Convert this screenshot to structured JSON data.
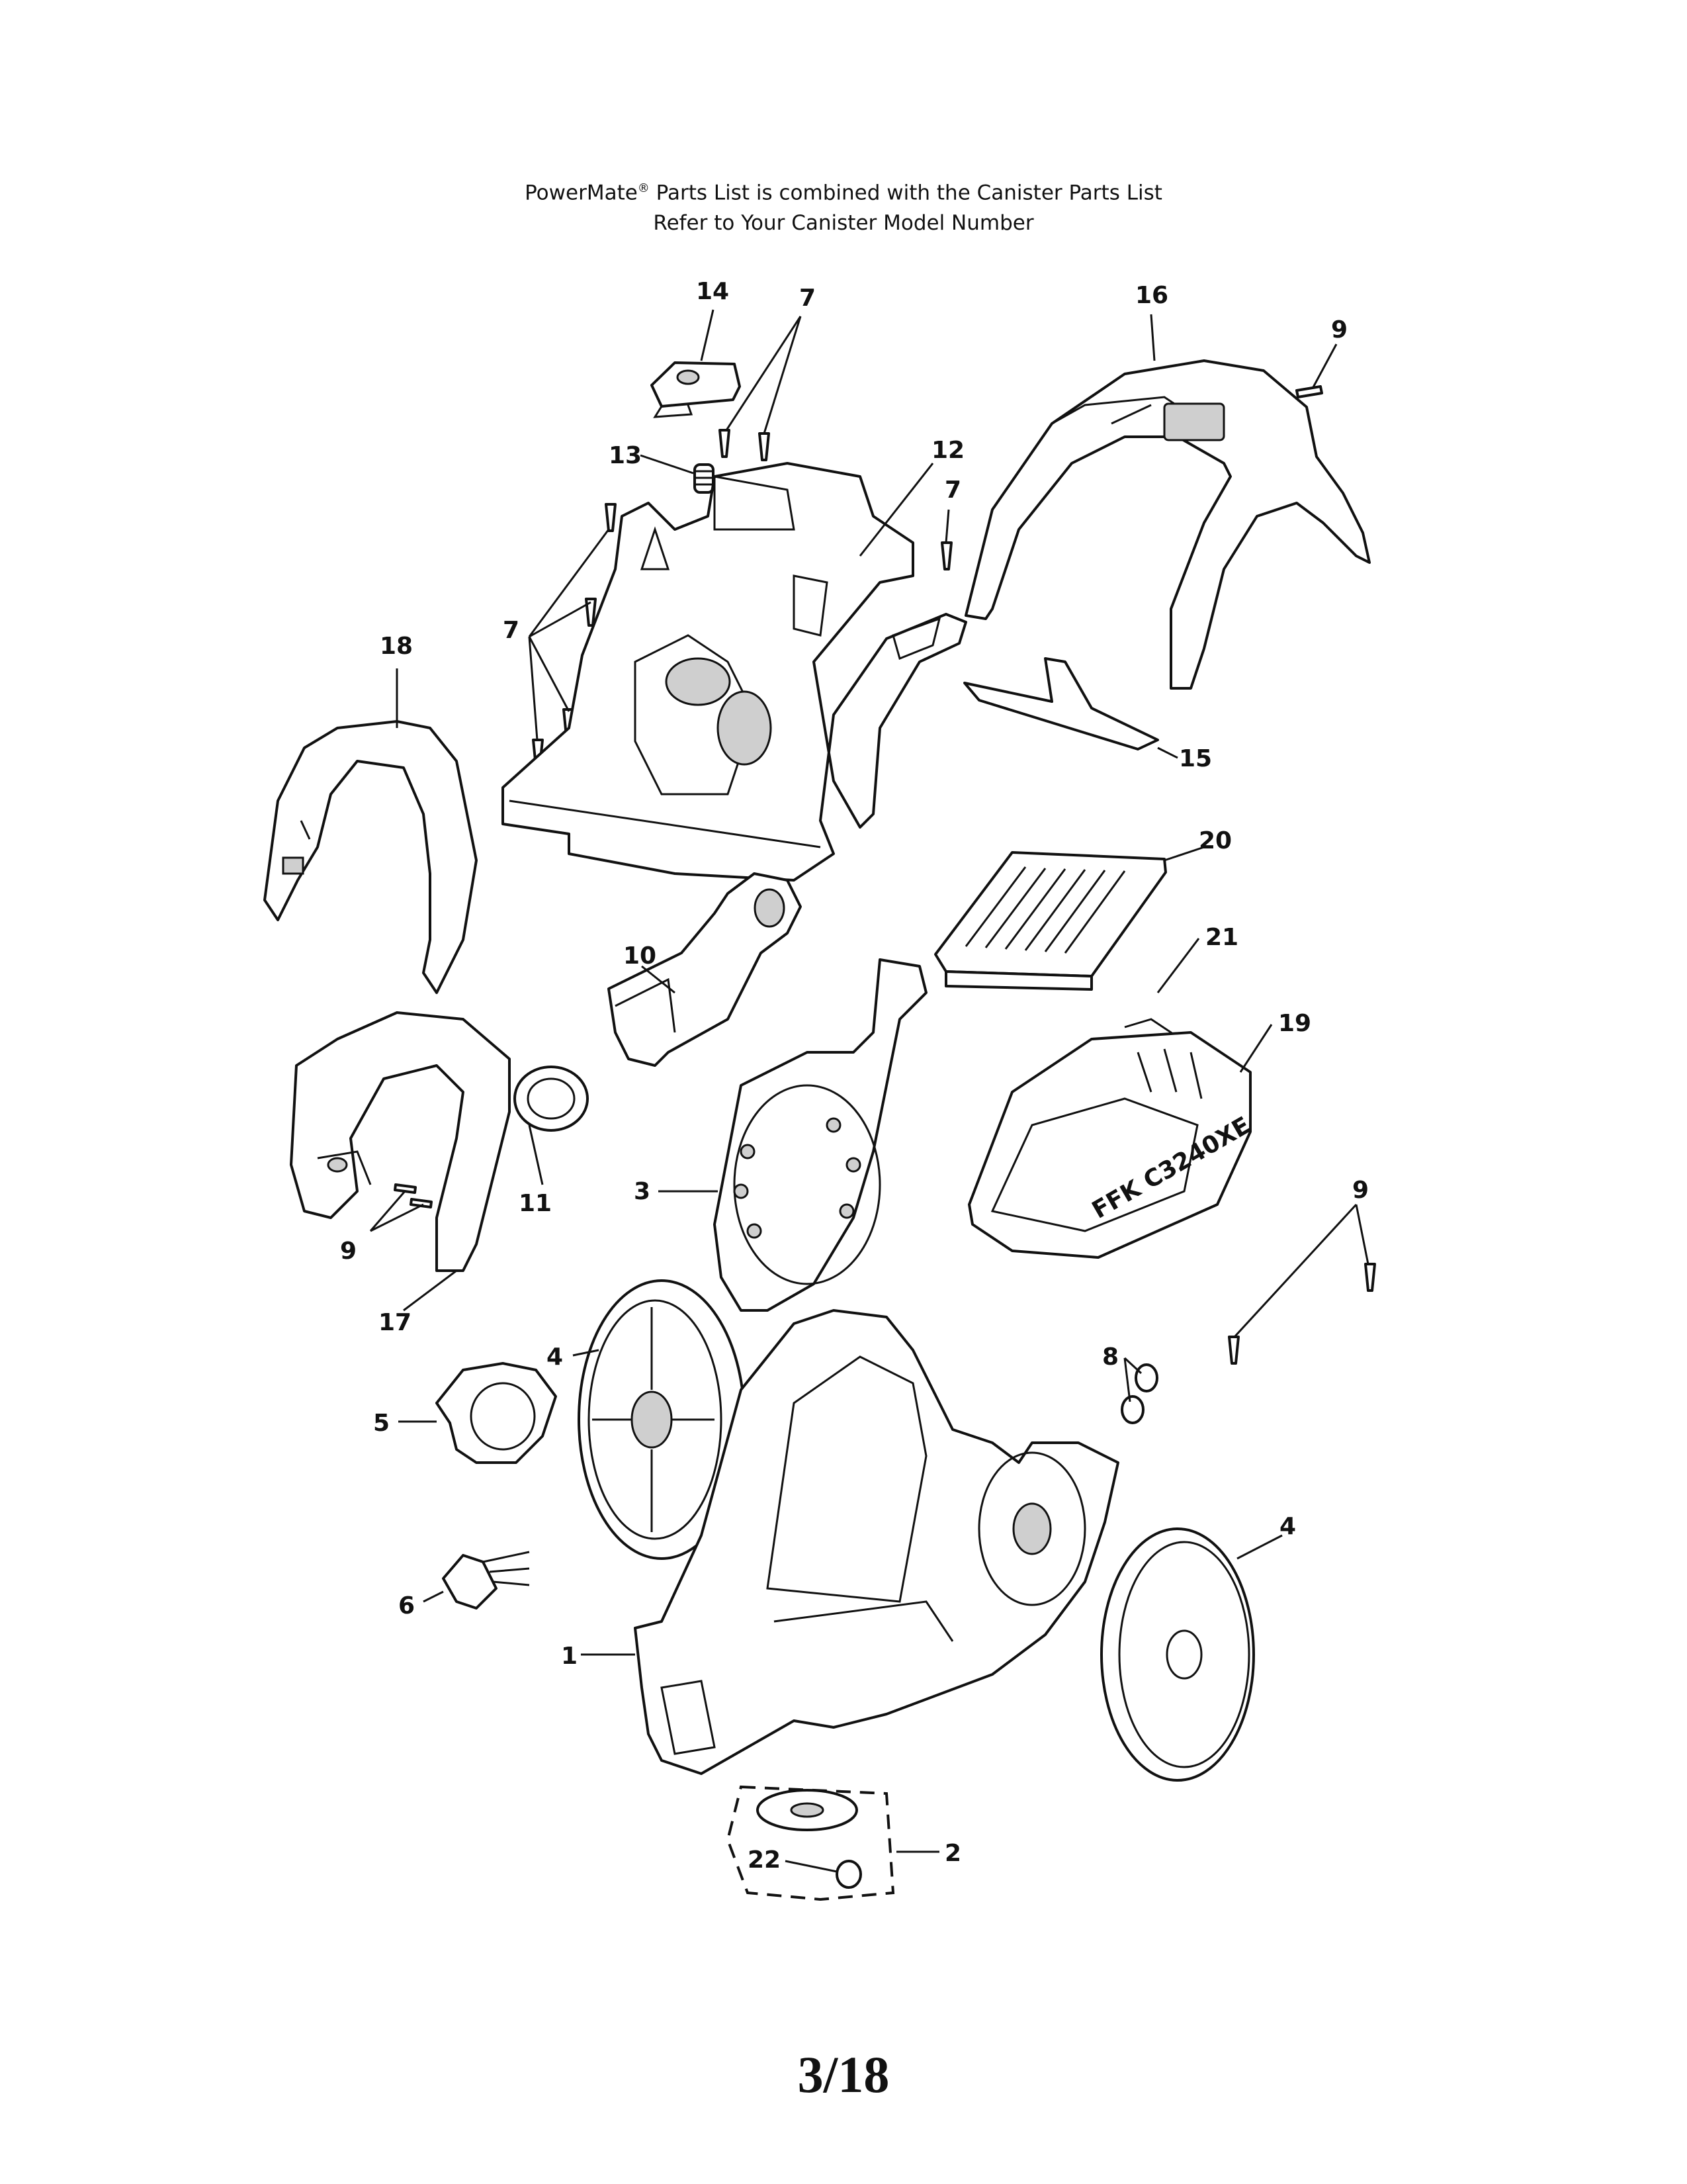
{
  "header": {
    "line1_pre": "PowerMate",
    "line1_mark": "®",
    "line1_post": " Parts List is combined with the Canister Parts List",
    "line2": "Refer to Your Canister Model Number"
  },
  "callouts": {
    "c1": "1",
    "c2": "2",
    "c3": "3",
    "c4a": "4",
    "c4b": "4",
    "c5": "5",
    "c6": "6",
    "c7a": "7",
    "c7b": "7",
    "c7c": "7",
    "c8": "8",
    "c9a": "9",
    "c9b": "9",
    "c9c": "9",
    "c10": "10",
    "c11": "11",
    "c12": "12",
    "c13": "13",
    "c14": "14",
    "c15": "15",
    "c16": "16",
    "c17": "17",
    "c18": "18",
    "c19": "19",
    "c20": "20",
    "c21": "21",
    "c22": "22"
  },
  "part_marking": "FFK C3240XE",
  "page_number": "3/18"
}
